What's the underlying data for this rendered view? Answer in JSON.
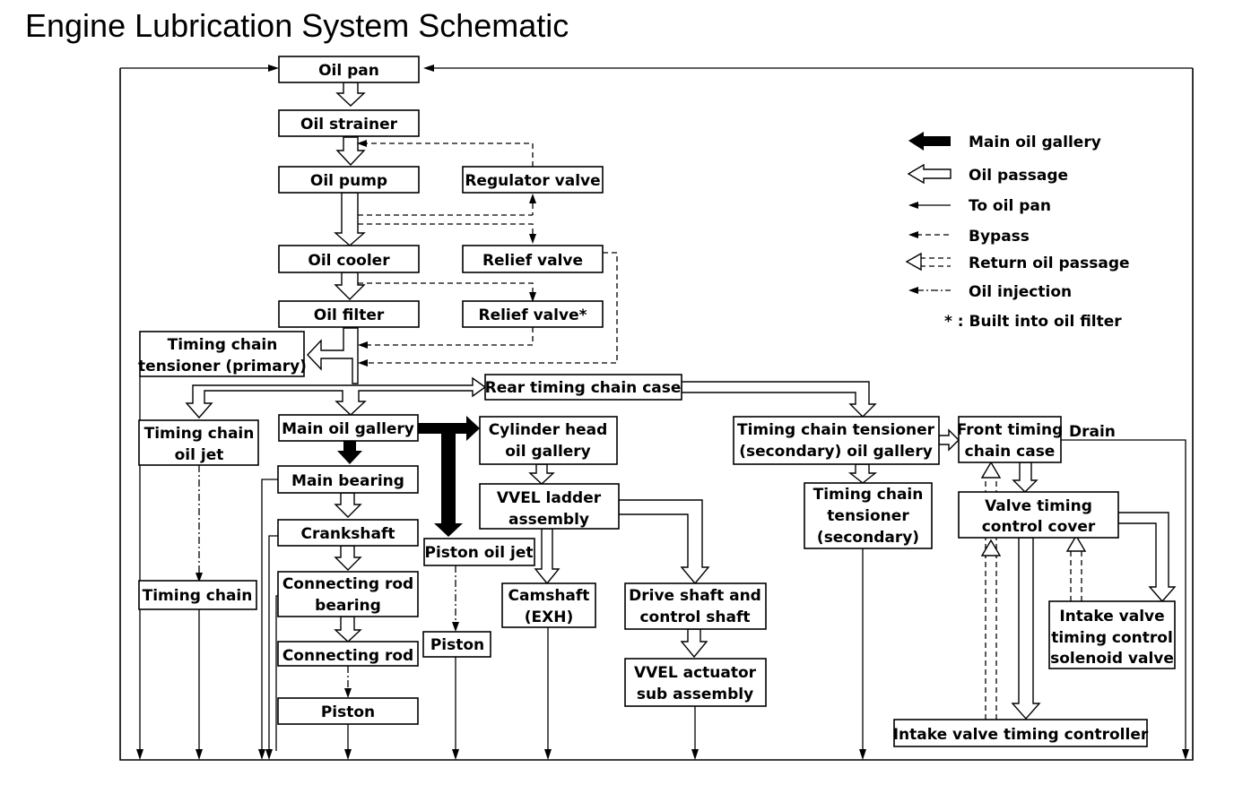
{
  "title": "Engine Lubrication System Schematic",
  "boxes": {
    "oil_pan": [
      "Oil pan"
    ],
    "oil_strainer": [
      "Oil strainer"
    ],
    "oil_pump": [
      "Oil pump"
    ],
    "regulator_valve": [
      "Regulator valve"
    ],
    "oil_cooler": [
      "Oil cooler"
    ],
    "relief_valve_1": [
      "Relief valve"
    ],
    "oil_filter": [
      "Oil filter"
    ],
    "relief_valve_2": [
      "Relief valve*"
    ],
    "tct_primary": [
      "Timing chain",
      "tensioner (primary)"
    ],
    "rear_timing_chain_case": [
      "Rear timing chain case"
    ],
    "timing_chain_oil_jet": [
      "Timing chain",
      "oil jet"
    ],
    "main_oil_gallery": [
      "Main oil gallery"
    ],
    "cylinder_head_oil_gallery": [
      "Cylinder head",
      "oil gallery"
    ],
    "tct_secondary_gallery": [
      "Timing chain tensioner",
      "(secondary) oil gallery"
    ],
    "front_timing_chain_case": [
      "Front timing",
      "chain case"
    ],
    "main_bearing": [
      "Main bearing"
    ],
    "vvel_ladder": [
      "VVEL ladder",
      "assembly"
    ],
    "tct_secondary": [
      "Timing chain",
      "tensioner",
      "(secondary)"
    ],
    "valve_timing_cover": [
      "Valve timing",
      "control cover"
    ],
    "crankshaft": [
      "Crankshaft"
    ],
    "piston_oil_jet": [
      "Piston oil jet"
    ],
    "timing_chain": [
      "Timing chain"
    ],
    "conrod_bearing": [
      "Connecting rod",
      "bearing"
    ],
    "camshaft_exh": [
      "Camshaft",
      "(EXH)"
    ],
    "drive_shaft": [
      "Drive shaft and",
      "control shaft"
    ],
    "intake_solenoid": [
      "Intake valve",
      "timing control",
      "solenoid valve"
    ],
    "piston_right": [
      "Piston"
    ],
    "connecting_rod": [
      "Connecting rod"
    ],
    "vvel_actuator": [
      "VVEL actuator",
      "sub assembly"
    ],
    "piston_left": [
      "Piston"
    ],
    "intake_controller": [
      "Intake valve timing controller"
    ]
  },
  "drain_label": "Drain",
  "legend": {
    "main_oil_gallery": "Main oil gallery",
    "oil_passage": "Oil passage",
    "to_oil_pan": "To oil pan",
    "bypass": "Bypass",
    "return_oil_passage": "Return oil passage",
    "oil_injection": "Oil injection",
    "note": "* : Built into oil filter"
  }
}
